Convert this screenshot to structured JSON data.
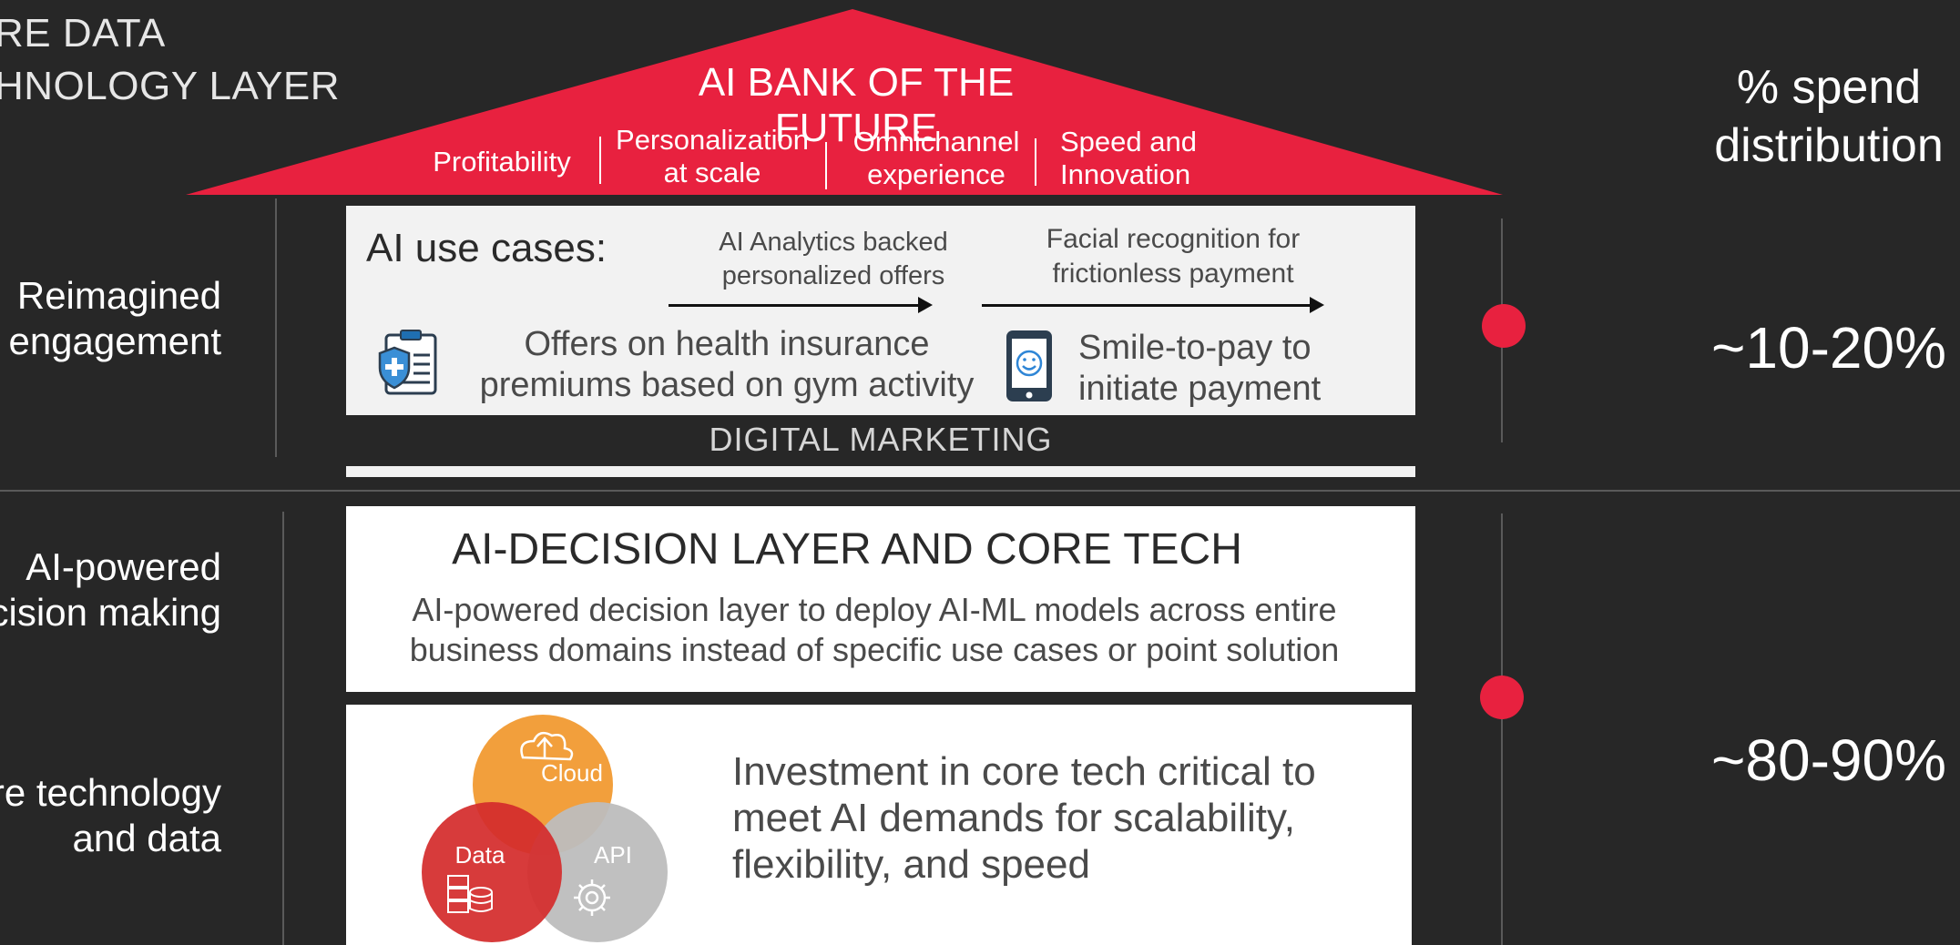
{
  "header": {
    "title_line1": "RE DATA",
    "title_line2": "HNOLOGY LAYER"
  },
  "roof": {
    "title": "AI BANK OF THE FUTURE",
    "pillars": [
      {
        "line1": "Profitability",
        "line2": ""
      },
      {
        "line1": "Personalization",
        "line2": "at scale"
      },
      {
        "line1": "Omnichannel",
        "line2": "experience"
      },
      {
        "line1": "Speed and",
        "line2": "Innovation"
      }
    ]
  },
  "spend": {
    "heading_line1": "% spend",
    "heading_line2": "distribution",
    "engagement_value": "~10-20%",
    "core_value": "~80-90%"
  },
  "left_labels": {
    "engagement_line1": "Reimagined",
    "engagement_line2": "engagement",
    "decision_line1": "AI-powered",
    "decision_line2": "cision making",
    "core_line1": "re technology",
    "core_line2": "and data"
  },
  "use_cases": {
    "heading": "AI use cases:",
    "case1_header_line1": "AI Analytics backed",
    "case1_header_line2": "personalized offers",
    "case2_header_line1": "Facial recognition for",
    "case2_header_line2": "frictionless payment",
    "case1_line1": "Offers on health insurance",
    "case1_line2": "premiums based on gym activity",
    "case2_line1": "Smile-to-pay to",
    "case2_line2": "initiate payment",
    "footer": "DIGITAL MARKETING"
  },
  "decision_layer": {
    "title": "AI-DECISION LAYER AND CORE TECH",
    "desc_line1": "AI-powered decision layer to deploy AI-ML models across entire",
    "desc_line2": "business domains instead of specific use cases or point solution"
  },
  "core_tech": {
    "venn_cloud": "Cloud",
    "venn_data": "Data",
    "venn_api": "API",
    "line1": "Investment in core tech critical to",
    "line2": "meet AI demands for scalability,",
    "line3": "flexibility, and speed"
  },
  "colors": {
    "accent_red": "#e8213f",
    "background": "#272727",
    "venn_orange": "#f29f3c",
    "venn_red": "#d42c2c",
    "venn_grey": "#bdbdbd"
  }
}
